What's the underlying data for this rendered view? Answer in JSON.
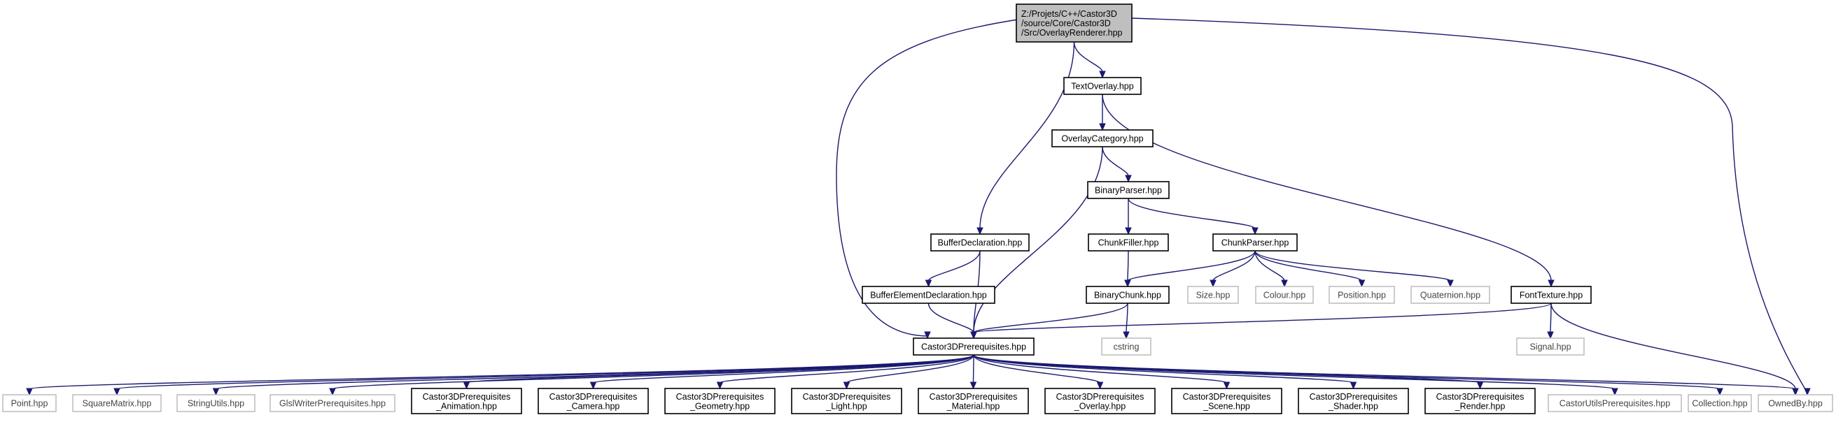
{
  "diagram": {
    "title": "",
    "colors": {
      "edge": "#191970",
      "root_fill": "#bfbfbf",
      "normal_border": "#000000",
      "missing_border": "#bfbfbf",
      "node_fill": "#ffffff"
    },
    "nodes": [
      {
        "id": "root",
        "lines": [
          "Z:/Projets/C++/Castor3D",
          "/source/Core/Castor3D",
          "/Src/OverlayRenderer.hpp"
        ],
        "kind": "root"
      },
      {
        "id": "text_overlay",
        "lines": [
          "TextOverlay.hpp"
        ],
        "kind": "normal"
      },
      {
        "id": "overlay_category",
        "lines": [
          "OverlayCategory.hpp"
        ],
        "kind": "normal"
      },
      {
        "id": "binary_parser",
        "lines": [
          "BinaryParser.hpp"
        ],
        "kind": "normal"
      },
      {
        "id": "buffer_declaration",
        "lines": [
          "BufferDeclaration.hpp"
        ],
        "kind": "normal"
      },
      {
        "id": "chunk_filler",
        "lines": [
          "ChunkFiller.hpp"
        ],
        "kind": "normal"
      },
      {
        "id": "chunk_parser",
        "lines": [
          "ChunkParser.hpp"
        ],
        "kind": "normal"
      },
      {
        "id": "buffer_element_declaration",
        "lines": [
          "BufferElementDeclaration.hpp"
        ],
        "kind": "normal"
      },
      {
        "id": "binary_chunk",
        "lines": [
          "BinaryChunk.hpp"
        ],
        "kind": "normal"
      },
      {
        "id": "size",
        "lines": [
          "Size.hpp"
        ],
        "kind": "missing"
      },
      {
        "id": "colour",
        "lines": [
          "Colour.hpp"
        ],
        "kind": "missing"
      },
      {
        "id": "position",
        "lines": [
          "Position.hpp"
        ],
        "kind": "missing"
      },
      {
        "id": "quaternion",
        "lines": [
          "Quaternion.hpp"
        ],
        "kind": "missing"
      },
      {
        "id": "font_texture",
        "lines": [
          "FontTexture.hpp"
        ],
        "kind": "normal"
      },
      {
        "id": "castor3d_prerequisites",
        "lines": [
          "Castor3DPrerequisites.hpp"
        ],
        "kind": "normal"
      },
      {
        "id": "cstring",
        "lines": [
          "cstring"
        ],
        "kind": "missing"
      },
      {
        "id": "signal",
        "lines": [
          "Signal.hpp"
        ],
        "kind": "missing"
      },
      {
        "id": "point",
        "lines": [
          "Point.hpp"
        ],
        "kind": "missing"
      },
      {
        "id": "square_matrix",
        "lines": [
          "SquareMatrix.hpp"
        ],
        "kind": "missing"
      },
      {
        "id": "string_utils",
        "lines": [
          "StringUtils.hpp"
        ],
        "kind": "missing"
      },
      {
        "id": "glsl_writer_prerequisites",
        "lines": [
          "GlslWriterPrerequisites.hpp"
        ],
        "kind": "missing"
      },
      {
        "id": "prereq_animation",
        "lines": [
          "Castor3DPrerequisites",
          "_Animation.hpp"
        ],
        "kind": "normal"
      },
      {
        "id": "prereq_camera",
        "lines": [
          "Castor3DPrerequisites",
          "_Camera.hpp"
        ],
        "kind": "normal"
      },
      {
        "id": "prereq_geometry",
        "lines": [
          "Castor3DPrerequisites",
          "_Geometry.hpp"
        ],
        "kind": "normal"
      },
      {
        "id": "prereq_light",
        "lines": [
          "Castor3DPrerequisites",
          "_Light.hpp"
        ],
        "kind": "normal"
      },
      {
        "id": "prereq_material",
        "lines": [
          "Castor3DPrerequisites",
          "_Material.hpp"
        ],
        "kind": "normal"
      },
      {
        "id": "prereq_overlay",
        "lines": [
          "Castor3DPrerequisites",
          "_Overlay.hpp"
        ],
        "kind": "normal"
      },
      {
        "id": "prereq_scene",
        "lines": [
          "Castor3DPrerequisites",
          "_Scene.hpp"
        ],
        "kind": "normal"
      },
      {
        "id": "prereq_shader",
        "lines": [
          "Castor3DPrerequisites",
          "_Shader.hpp"
        ],
        "kind": "normal"
      },
      {
        "id": "prereq_render",
        "lines": [
          "Castor3DPrerequisites",
          "_Render.hpp"
        ],
        "kind": "normal"
      },
      {
        "id": "castor_utils_prerequisites",
        "lines": [
          "CastorUtilsPrerequisites.hpp"
        ],
        "kind": "missing"
      },
      {
        "id": "collection",
        "lines": [
          "Collection.hpp"
        ],
        "kind": "missing"
      },
      {
        "id": "owned_by",
        "lines": [
          "OwnedBy.hpp"
        ],
        "kind": "missing"
      }
    ],
    "edges": [
      [
        "root",
        "text_overlay"
      ],
      [
        "root",
        "buffer_declaration"
      ],
      [
        "root",
        "castor3d_prerequisites"
      ],
      [
        "root",
        "owned_by"
      ],
      [
        "text_overlay",
        "overlay_category"
      ],
      [
        "text_overlay",
        "font_texture"
      ],
      [
        "overlay_category",
        "binary_parser"
      ],
      [
        "overlay_category",
        "castor3d_prerequisites"
      ],
      [
        "binary_parser",
        "chunk_filler"
      ],
      [
        "binary_parser",
        "chunk_parser"
      ],
      [
        "chunk_filler",
        "binary_chunk"
      ],
      [
        "chunk_parser",
        "binary_chunk"
      ],
      [
        "chunk_parser",
        "size"
      ],
      [
        "chunk_parser",
        "colour"
      ],
      [
        "chunk_parser",
        "position"
      ],
      [
        "chunk_parser",
        "quaternion"
      ],
      [
        "buffer_declaration",
        "buffer_element_declaration"
      ],
      [
        "buffer_declaration",
        "castor3d_prerequisites"
      ],
      [
        "buffer_element_declaration",
        "castor3d_prerequisites"
      ],
      [
        "binary_chunk",
        "castor3d_prerequisites"
      ],
      [
        "binary_chunk",
        "cstring"
      ],
      [
        "font_texture",
        "castor3d_prerequisites"
      ],
      [
        "font_texture",
        "signal"
      ],
      [
        "font_texture",
        "owned_by"
      ],
      [
        "castor3d_prerequisites",
        "point"
      ],
      [
        "castor3d_prerequisites",
        "square_matrix"
      ],
      [
        "castor3d_prerequisites",
        "string_utils"
      ],
      [
        "castor3d_prerequisites",
        "glsl_writer_prerequisites"
      ],
      [
        "castor3d_prerequisites",
        "prereq_animation"
      ],
      [
        "castor3d_prerequisites",
        "prereq_camera"
      ],
      [
        "castor3d_prerequisites",
        "prereq_geometry"
      ],
      [
        "castor3d_prerequisites",
        "prereq_light"
      ],
      [
        "castor3d_prerequisites",
        "prereq_material"
      ],
      [
        "castor3d_prerequisites",
        "prereq_overlay"
      ],
      [
        "castor3d_prerequisites",
        "prereq_scene"
      ],
      [
        "castor3d_prerequisites",
        "prereq_shader"
      ],
      [
        "castor3d_prerequisites",
        "prereq_render"
      ],
      [
        "castor3d_prerequisites",
        "castor_utils_prerequisites"
      ],
      [
        "castor3d_prerequisites",
        "collection"
      ],
      [
        "castor3d_prerequisites",
        "owned_by"
      ]
    ]
  }
}
